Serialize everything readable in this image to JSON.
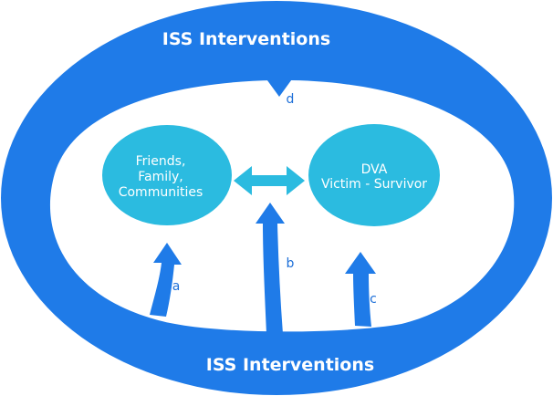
{
  "colors": {
    "outer_ring": "#1f7be8",
    "inner_field": "#ffffff",
    "node_fill": "#2bbbe0",
    "arrow_fill": "#1f7be8",
    "double_arrow_fill": "#2bbbe0",
    "ring_text": "#ffffff",
    "arrow_label_text": "#1d6fd8"
  },
  "ring": {
    "top_label": "ISS Interventions",
    "bottom_label": "ISS Interventions"
  },
  "nodes": {
    "left": {
      "lines": [
        "Friends,",
        "Family,",
        "Communities"
      ]
    },
    "right": {
      "lines": [
        "DVA",
        "Victim - Survivor"
      ]
    }
  },
  "arrows": {
    "a": "a",
    "b": "b",
    "c": "c",
    "d": "d"
  }
}
